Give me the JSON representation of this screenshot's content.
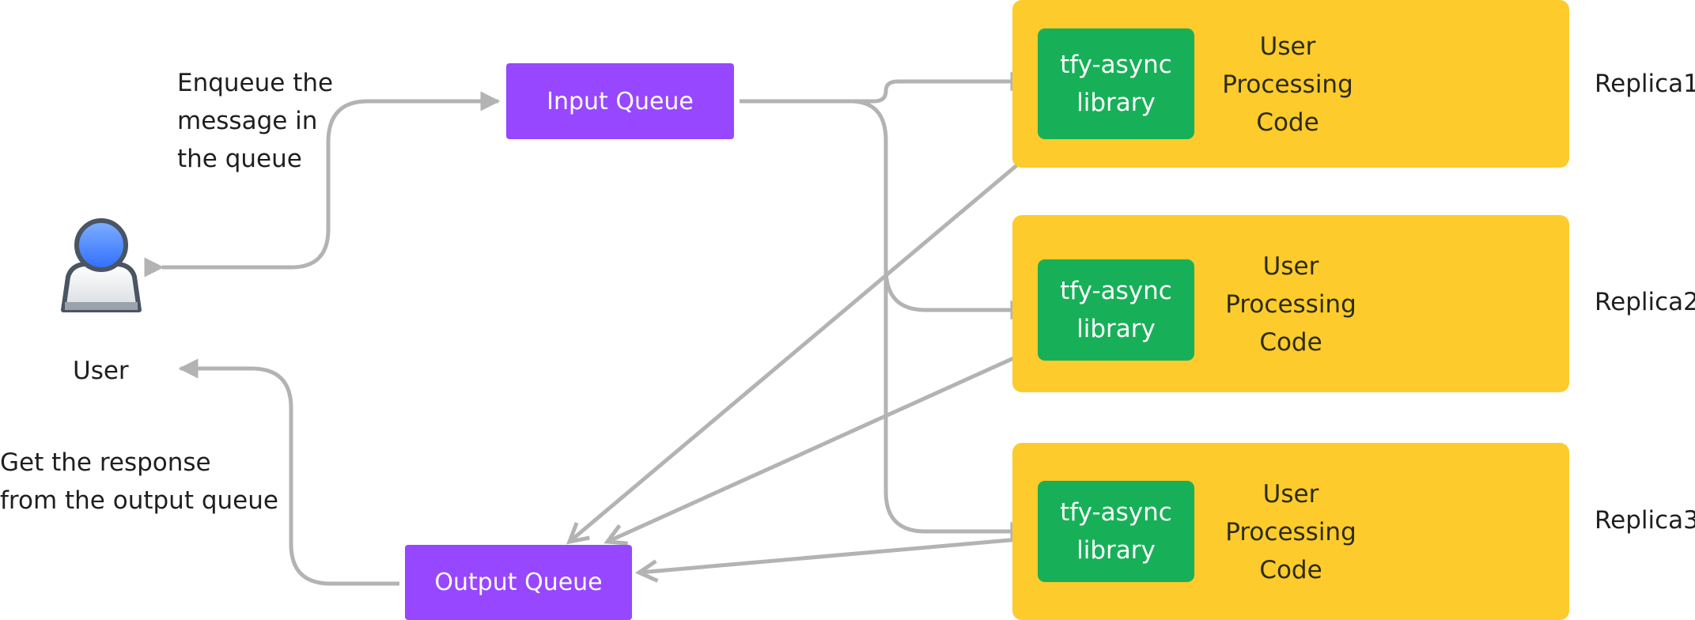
{
  "user": {
    "label": "User"
  },
  "annotations": {
    "enqueue": [
      "Enqueue the",
      "message in",
      "the queue"
    ],
    "response": [
      "Get the response",
      "from the output queue"
    ]
  },
  "queues": {
    "input": "Input Queue",
    "output": "Output Queue"
  },
  "replicas": [
    {
      "name": "Replica1",
      "library": [
        "tfy-async",
        "library"
      ],
      "code": [
        "User",
        "Processing",
        "Code"
      ]
    },
    {
      "name": "Replica2",
      "library": [
        "tfy-async",
        "library"
      ],
      "code": [
        "User",
        "Processing",
        "Code"
      ]
    },
    {
      "name": "Replica3",
      "library": [
        "tfy-async",
        "library"
      ],
      "code": [
        "User",
        "Processing",
        "Code"
      ]
    }
  ],
  "colors": {
    "queue": "#9747ff",
    "replica": "#fdcb2b",
    "library": "#17b058",
    "arrow": "#b3b3b3",
    "user_head": "#4a8cff"
  },
  "icons": {
    "user": "user-avatar-icon"
  }
}
